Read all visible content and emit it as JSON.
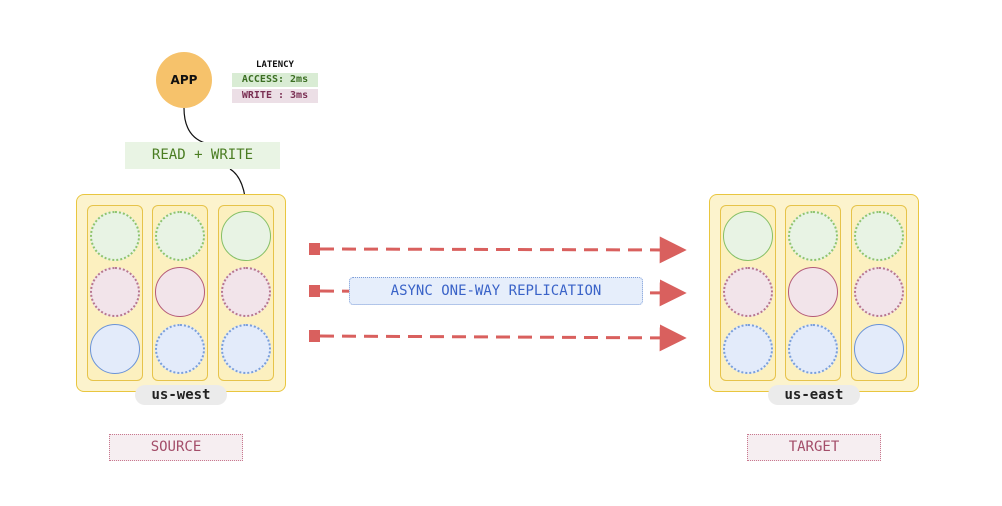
{
  "app": {
    "label": "APP"
  },
  "latency": {
    "title": "LATENCY",
    "access": "ACCESS: 2ms",
    "write": "WRITE : 3ms"
  },
  "access_pattern": {
    "label": "READ + WRITE"
  },
  "replication": {
    "label": "ASYNC ONE-WAY REPLICATION"
  },
  "regions": {
    "source": {
      "name": "us-west",
      "role": "SOURCE",
      "columns": [
        [
          "green-dotted",
          "pink-dotted",
          "blue-solid"
        ],
        [
          "green-dotted",
          "pink-solid",
          "blue-dotted"
        ],
        [
          "green-solid",
          "pink-dotted",
          "blue-dotted"
        ]
      ]
    },
    "target": {
      "name": "us-east",
      "role": "TARGET",
      "columns": [
        [
          "green-solid",
          "pink-dotted",
          "blue-dotted"
        ],
        [
          "green-dotted",
          "pink-solid",
          "blue-dotted"
        ],
        [
          "green-dotted",
          "pink-dotted",
          "blue-solid"
        ]
      ]
    }
  },
  "colors": {
    "app": "#f6c26b",
    "region_fill": "#fcf3cd",
    "region_border": "#e9c63f",
    "green": "#85bf66",
    "pink": "#b45a78",
    "blue": "#6a93d8",
    "replication_arrow": "#d9605e"
  }
}
